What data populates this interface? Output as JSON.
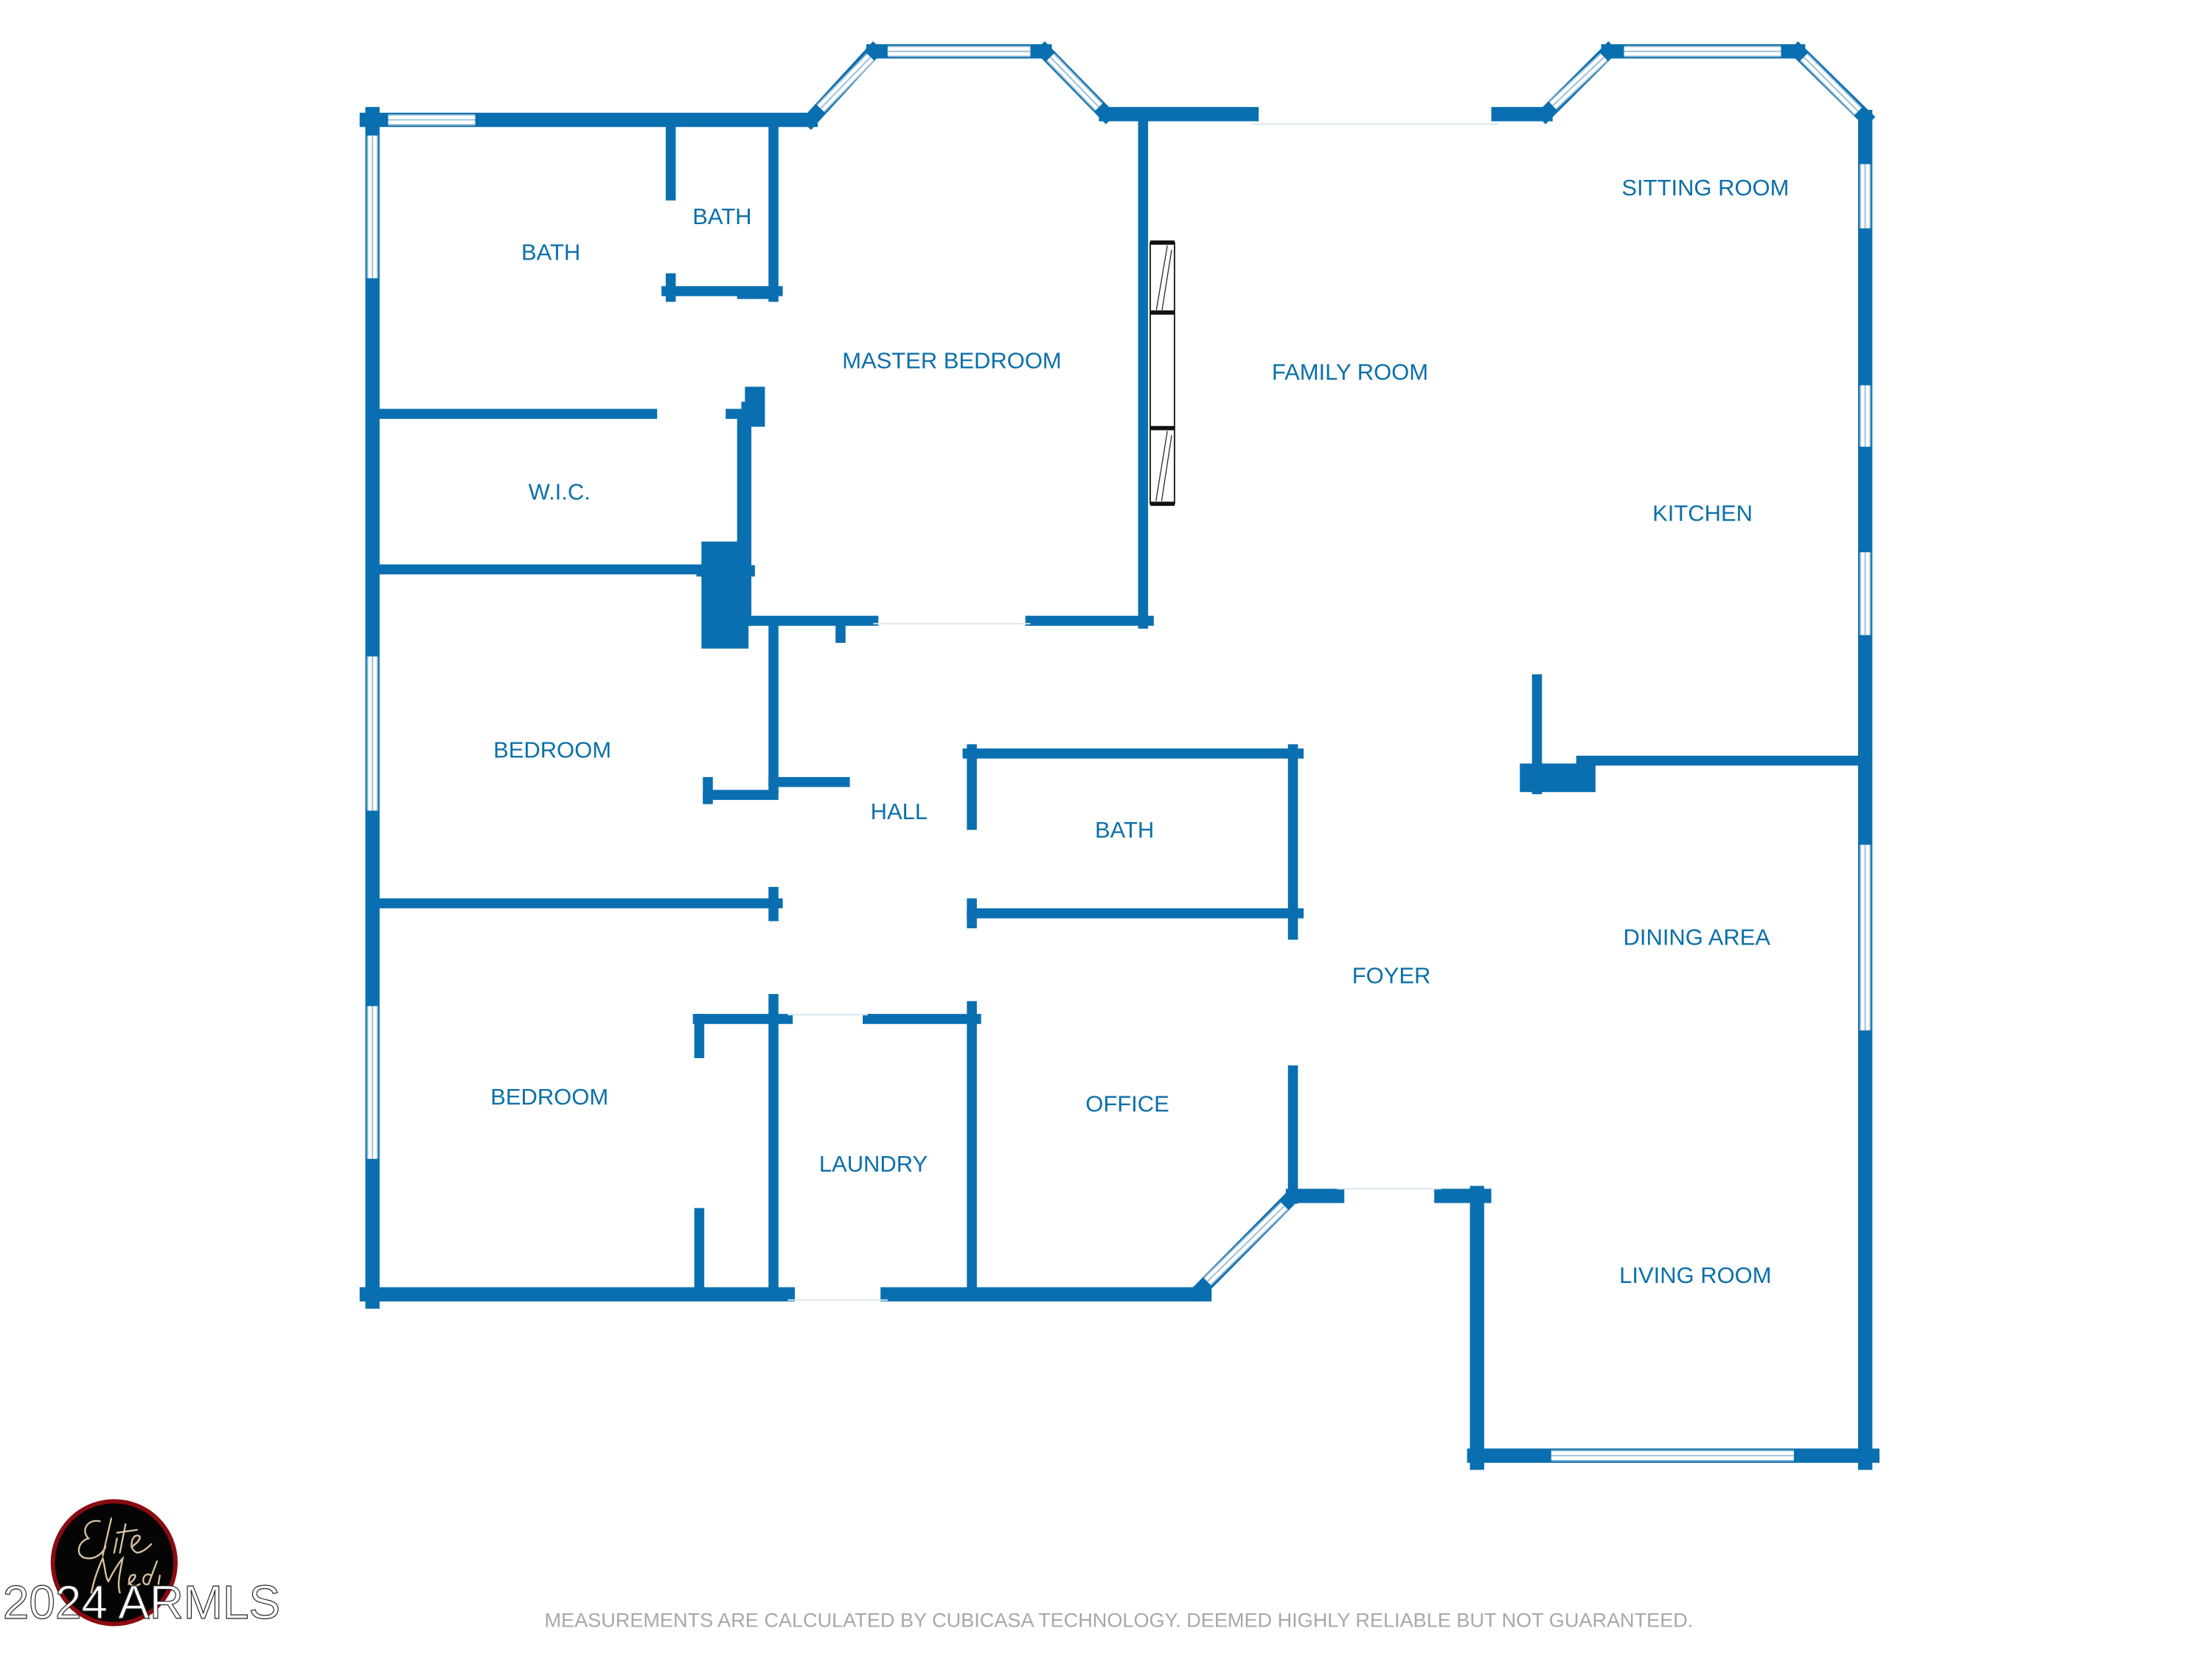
{
  "colors": {
    "wall": "#0a6fb0",
    "label": "#0a6fa9",
    "footer": "#a8a8a8"
  },
  "rooms": {
    "bath_1": "BATH",
    "bath_2": "BATH",
    "master_bedroom": "MASTER BEDROOM",
    "family_room": "FAMILY ROOM",
    "sitting_room": "SITTING ROOM",
    "kitchen": "KITCHEN",
    "wic": "W.I.C.",
    "bedroom_1": "BEDROOM",
    "hall": "HALL",
    "bath_3": "BATH",
    "dining_area": "DINING AREA",
    "foyer": "FOYER",
    "office": "OFFICE",
    "bedroom_2": "BEDROOM",
    "laundry": "LAUNDRY",
    "living_room": "LIVING ROOM"
  },
  "logo": {
    "text": "Elite Media"
  },
  "watermark": "2024 ARMLS",
  "footer": "MEASUREMENTS ARE CALCULATED BY CUBICASA TECHNOLOGY. DEEMED HIGHLY RELIABLE BUT NOT GUARANTEED."
}
